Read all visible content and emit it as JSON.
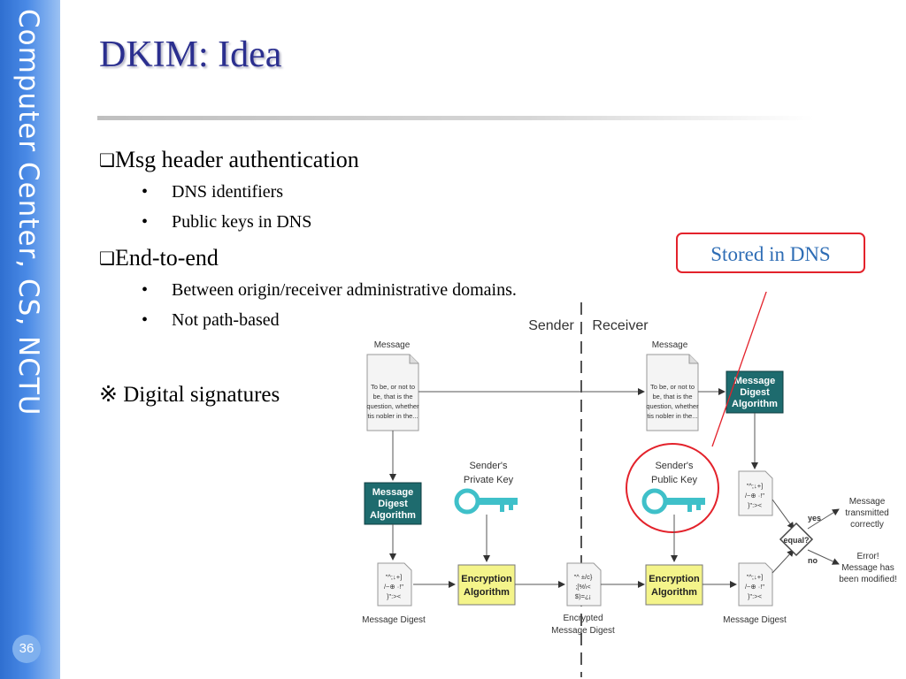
{
  "sidebar": {
    "text": "Computer Center, CS, NCTU"
  },
  "slide": {
    "title": "DKIM: Idea",
    "page_number": "36",
    "bullets": [
      {
        "text": "Msg header authentication",
        "sub": [
          "DNS identifiers",
          "Public keys in DNS"
        ]
      },
      {
        "text": "End-to-end",
        "sub": [
          "Between origin/receiver administrative domains.",
          "Not path-based"
        ]
      }
    ],
    "note_text": "※ Digital signatures",
    "callout": "Stored in DNS"
  },
  "diagram": {
    "sender": "Sender",
    "receiver": "Receiver",
    "message_label": "Message",
    "message_text": [
      "To be, or not to",
      "be, that is the",
      "question, whether",
      "tis nobler in the..."
    ],
    "mda": [
      "Message",
      "Digest",
      "Algorithm"
    ],
    "sender_key": [
      "Sender's",
      "Private Key"
    ],
    "receiver_key": [
      "Sender's",
      "Public Key"
    ],
    "enc": [
      "Encryption",
      "Algorithm"
    ],
    "digest_label": "Message Digest",
    "digest_text": [
      "\"^;↓+]",
      "/~⊕ ·!\"",
      "}\":><"
    ],
    "encrypted_label": [
      "Encrypted",
      "Message Digest"
    ],
    "encrypted_text": [
      "\"^ ±/c}",
      ";[%\\<",
      "$)=¿¡"
    ],
    "equal": "equal?",
    "yes": "yes",
    "no": "no",
    "ok_msg": [
      "Message",
      "transmitted",
      "correctly"
    ],
    "err_msg": [
      "Error!",
      "Message has",
      "been modified!"
    ],
    "colors": {
      "mda_box": "#1e6b6e",
      "enc_box": "#f4f48a",
      "key": "#3fc0c9",
      "highlight": "#e3222b"
    }
  }
}
